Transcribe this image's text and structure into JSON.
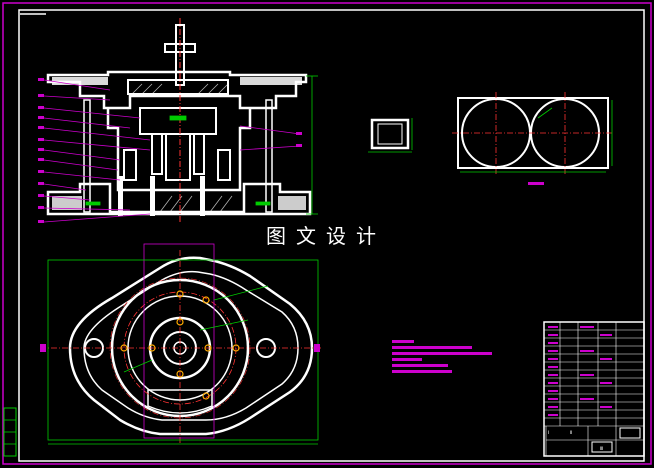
{
  "watermark": {
    "text": "图文设计"
  },
  "title_block": {
    "label_1": "Ⅰ",
    "label_2": "Ⅱ",
    "label_3": "Ⅲ"
  },
  "colors": {
    "background": "#000000",
    "outline": "#ffffff",
    "frame": "#cc00cc",
    "dimension": "#00cc00",
    "centerline": "#ff3333",
    "highlight": "#ffff00"
  }
}
